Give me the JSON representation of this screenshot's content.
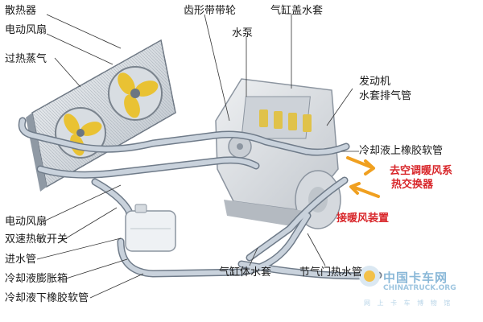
{
  "labels": {
    "radiator": "散热器",
    "electric_fan": "电动风扇",
    "superheated_steam": "过热蒸气",
    "timing_pulley": "齿形带带轮",
    "water_pump": "水泵",
    "head_water_jacket": "气缸盖水套",
    "engine_jacket_vent": "发动机",
    "engine_jacket_vent_2": "水套排气管",
    "upper_hose": "冷却液上橡胶软管",
    "to_ac_heater": "去空调暖风系",
    "to_ac_heater_2": "热交换器",
    "from_heater": "接暖风装置",
    "fan_thermo_switch": "电动风扇",
    "fan_thermo_switch_2": "双速热敏开关",
    "inlet_pipe": "进水管",
    "expansion_tank": "冷却液膨胀箱",
    "lower_hose": "冷却液下橡胶软管",
    "block_water_jacket": "气缸体水套",
    "throttle_heat_pipe": "节气门热水管"
  },
  "watermark": {
    "name": "中国卡车网",
    "site": "CHINATRUCK.ORG",
    "slogan": "网 上 卡 车 博 物 馆"
  },
  "colors": {
    "accent_red": "#d8262a",
    "pipe": "#a9b5c3",
    "fan_blade": "#e9c233",
    "arrow_orange": "#f0a020"
  }
}
